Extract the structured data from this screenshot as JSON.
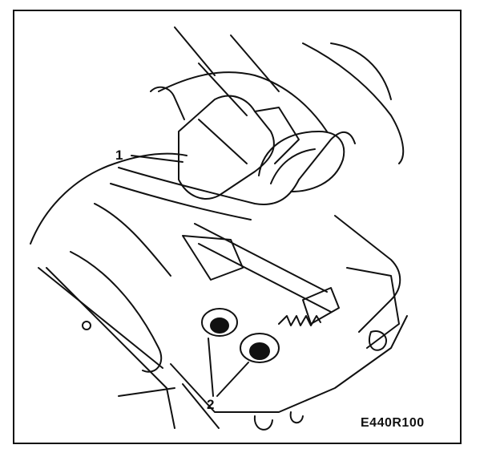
{
  "figure": {
    "code": "E440R100",
    "callouts": [
      {
        "label": "1"
      },
      {
        "label": "2"
      }
    ]
  }
}
